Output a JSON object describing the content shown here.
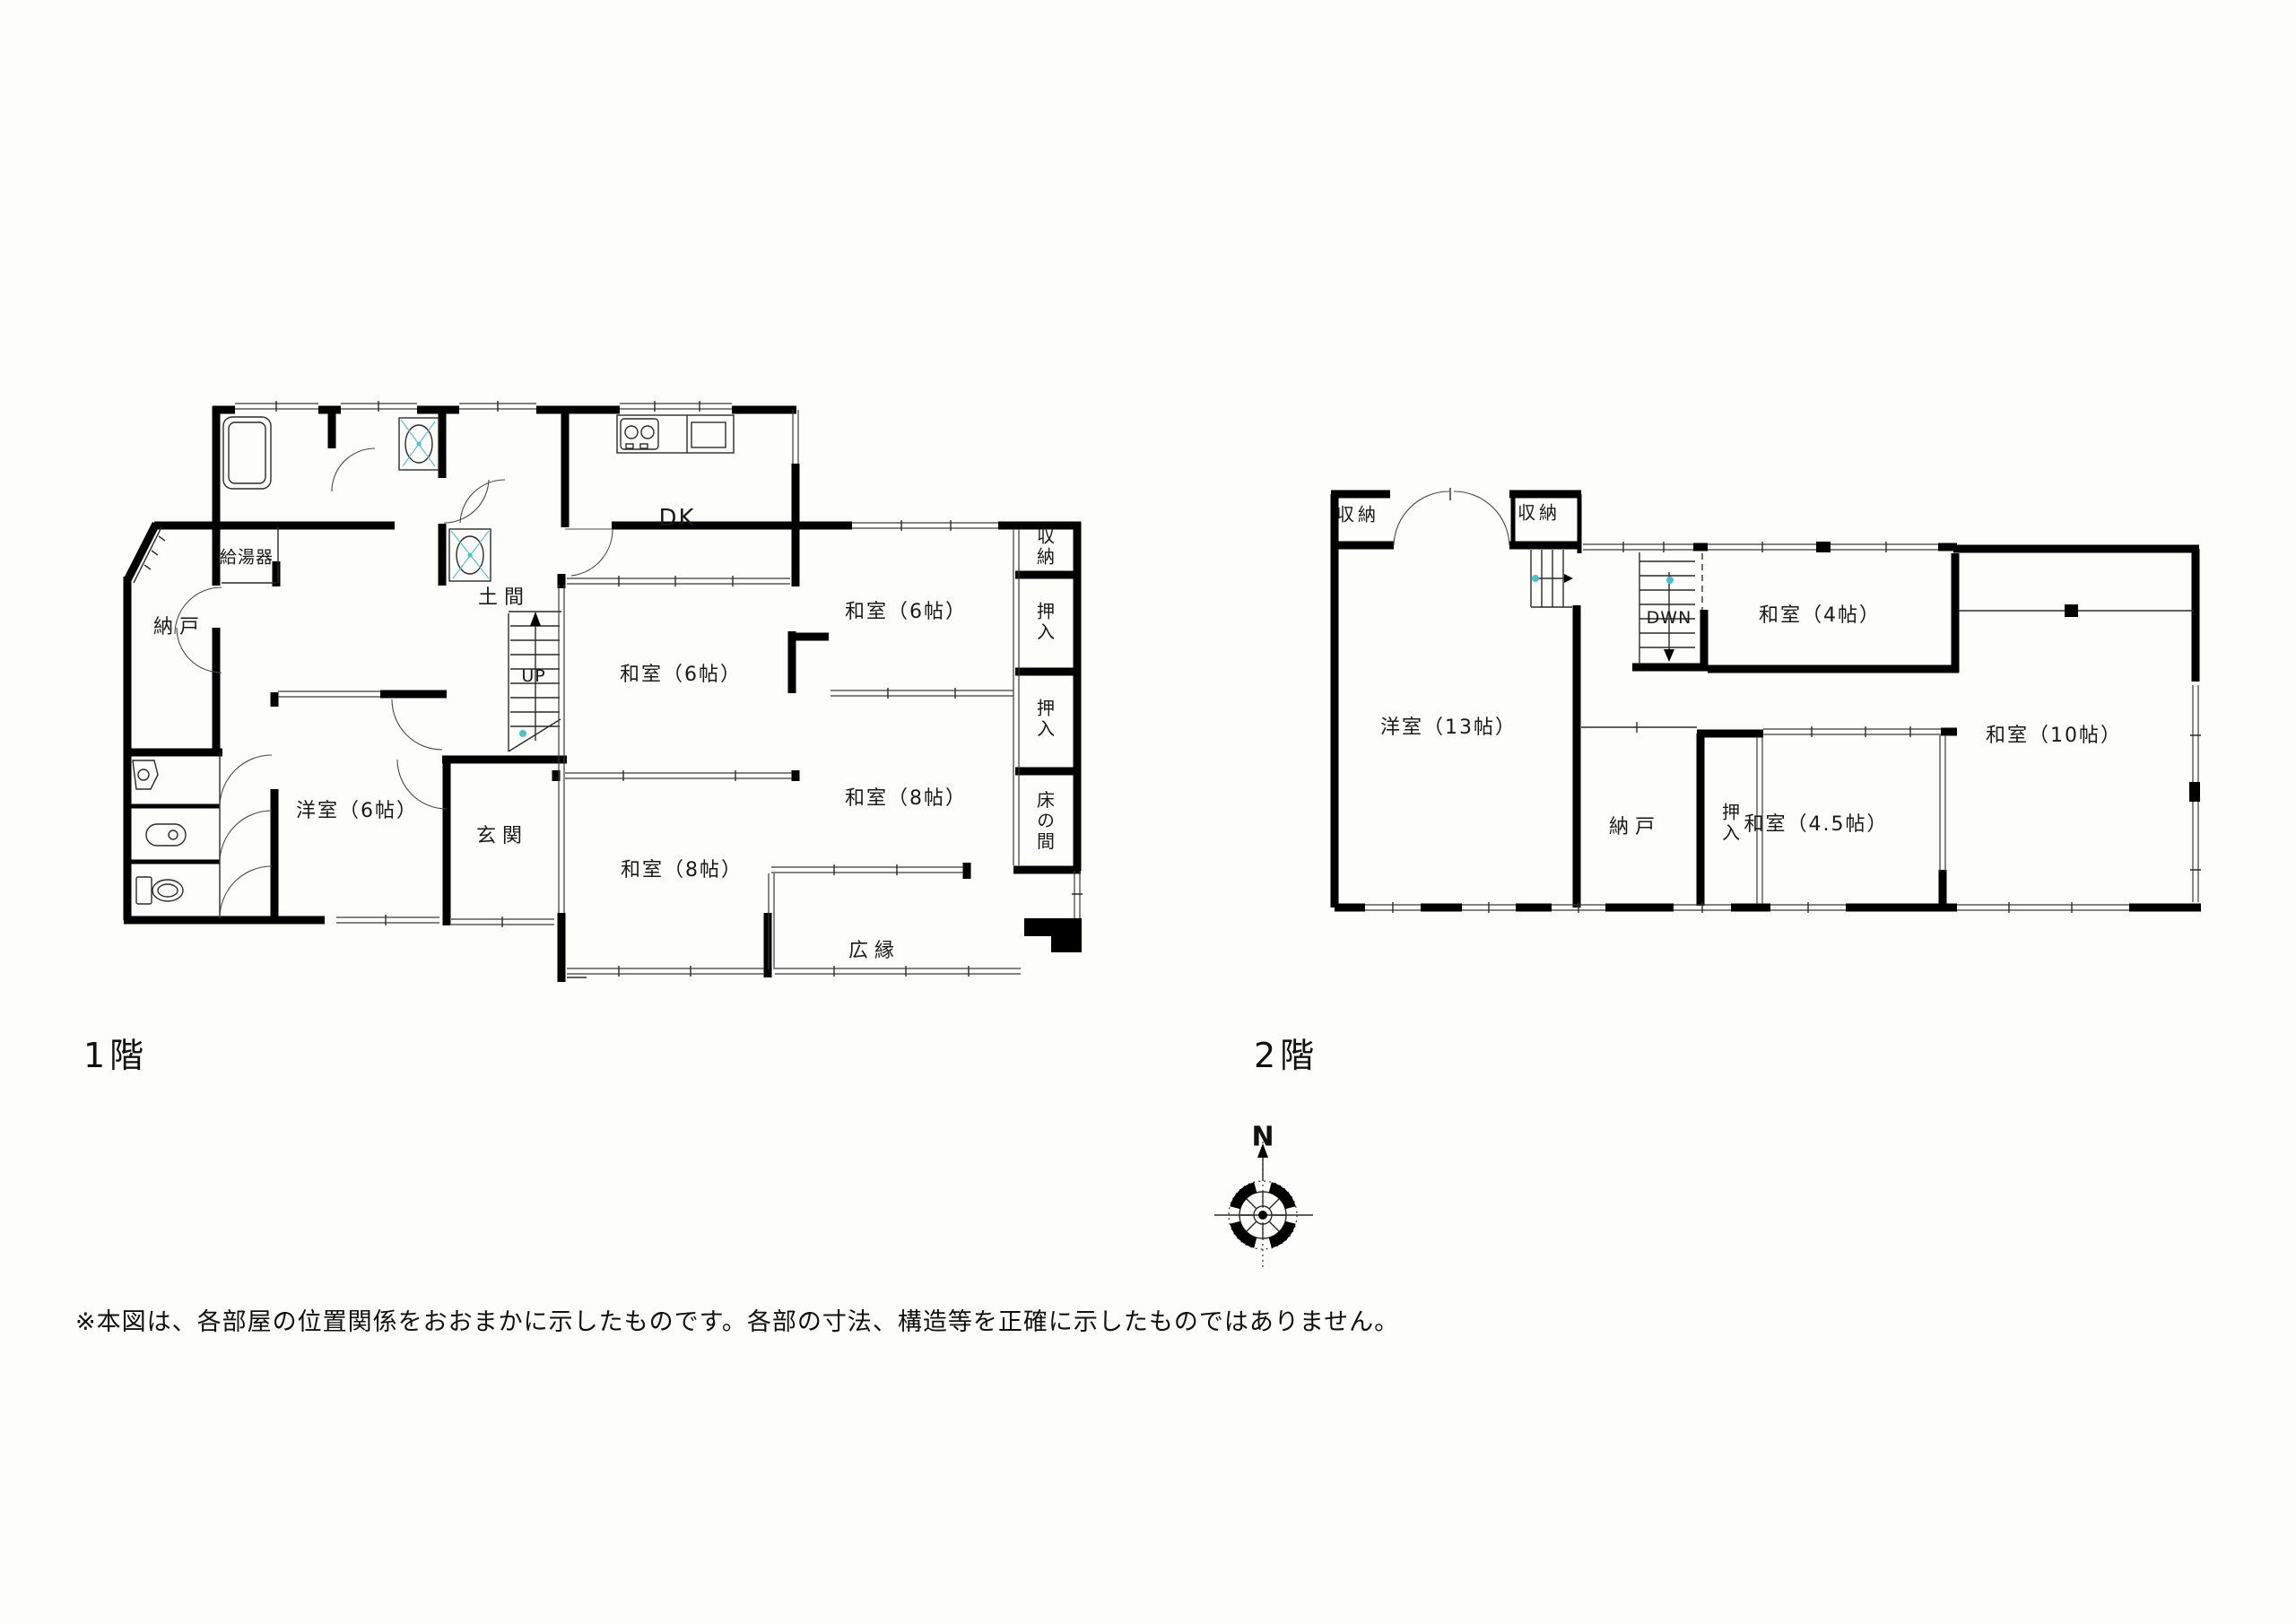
{
  "page": {
    "footnote": "※本図は、各部屋の位置関係をおおまかに示したものです。各部の寸法、構造等を正確に示したものではありません。"
  },
  "colors": {
    "wall": "#000000",
    "thin_line": "#2b2b2b",
    "accent_teal": "#49c3c8",
    "background": "#fdfdfc"
  },
  "floor1": {
    "title": "1階",
    "rooms": {
      "water_heater": "給湯器",
      "storage": "納戸",
      "doma": "土間",
      "stairs_up": "UP",
      "dk": "DK",
      "washitsu6_center": "和室（6帖）",
      "washitsu6_right": "和室（6帖）",
      "washitsu8_center": "和室（8帖）",
      "washitsu8_right": "和室（8帖）",
      "yoshitsu6": "洋室（6帖）",
      "genkan": "玄関",
      "hiroen": "広縁",
      "shuno": "収納",
      "oshiire_upper": "押入",
      "oshiire_lower": "押入",
      "tokonoma": "床の間"
    }
  },
  "floor2": {
    "title": "2階",
    "rooms": {
      "shuno_left": "収納",
      "shuno_right": "収納",
      "yoshitsu13": "洋室（13帖）",
      "stairs_down": "DWN",
      "washitsu4": "和室（4帖）",
      "washitsu10": "和室（10帖）",
      "nando": "納戸",
      "oshiire": "押入",
      "washitsu45": "和室（4.5帖）"
    }
  },
  "compass": {
    "north_label": "N"
  }
}
